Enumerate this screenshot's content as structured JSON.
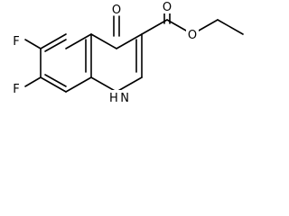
{
  "molecule": {
    "atoms": {
      "oxo_oxygen": "O",
      "ester_carbonyl_oxygen": "O",
      "ester_ether_oxygen": "O",
      "fluorine_6": "F",
      "fluorine_7": "F",
      "ring_nitrogen": "H N"
    }
  },
  "colors": {
    "bond": "#000000",
    "label": "#000000",
    "background": "#ffffff"
  }
}
